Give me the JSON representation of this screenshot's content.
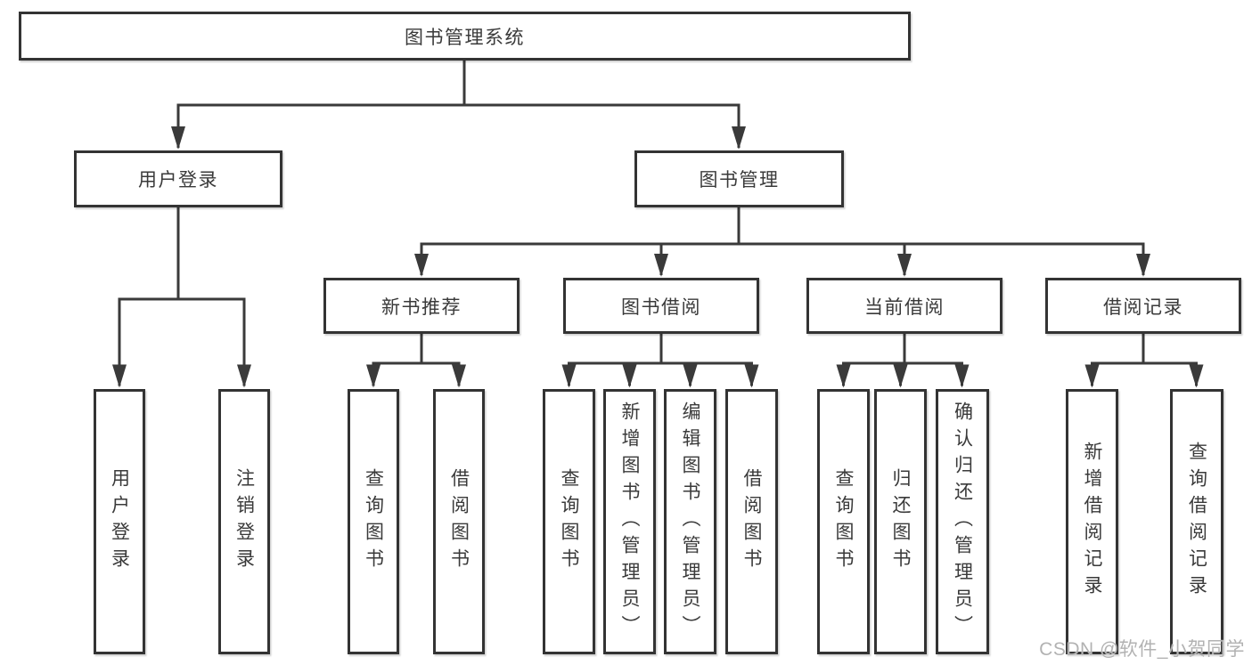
{
  "diagram": {
    "root": {
      "label": "图书管理系统"
    },
    "level2": {
      "user_login": {
        "label": "用户登录"
      },
      "book_mgmt": {
        "label": "图书管理"
      }
    },
    "level3": {
      "new_book_rec": {
        "label": "新书推荐"
      },
      "book_borrow": {
        "label": "图书借阅"
      },
      "current_borrow": {
        "label": "当前借阅"
      },
      "borrow_records": {
        "label": "借阅记录"
      }
    },
    "leaves": {
      "user_login_children": [
        {
          "label": "用户登录"
        },
        {
          "label": "注销登录"
        }
      ],
      "new_book_rec_children": [
        {
          "label": "查询图书"
        },
        {
          "label": "借阅图书"
        }
      ],
      "book_borrow_children": [
        {
          "label": "查询图书"
        },
        {
          "label": "新增图书（管理员）"
        },
        {
          "label": "编辑图书（管理员）"
        },
        {
          "label": "借阅图书"
        }
      ],
      "current_borrow_children": [
        {
          "label": "查询图书"
        },
        {
          "label": "归还图书"
        },
        {
          "label": "确认归还（管理员）"
        }
      ],
      "borrow_records_children": [
        {
          "label": "新增借阅记录"
        },
        {
          "label": "查询借阅记录"
        }
      ]
    }
  },
  "watermark": {
    "text": "CSDN @软件_小贺同学"
  },
  "colors": {
    "line": "#3a3a3a",
    "box_border": "#333333",
    "text": "#3a3a3a",
    "watermark": "#b2b2b2",
    "background": "#ffffff"
  }
}
